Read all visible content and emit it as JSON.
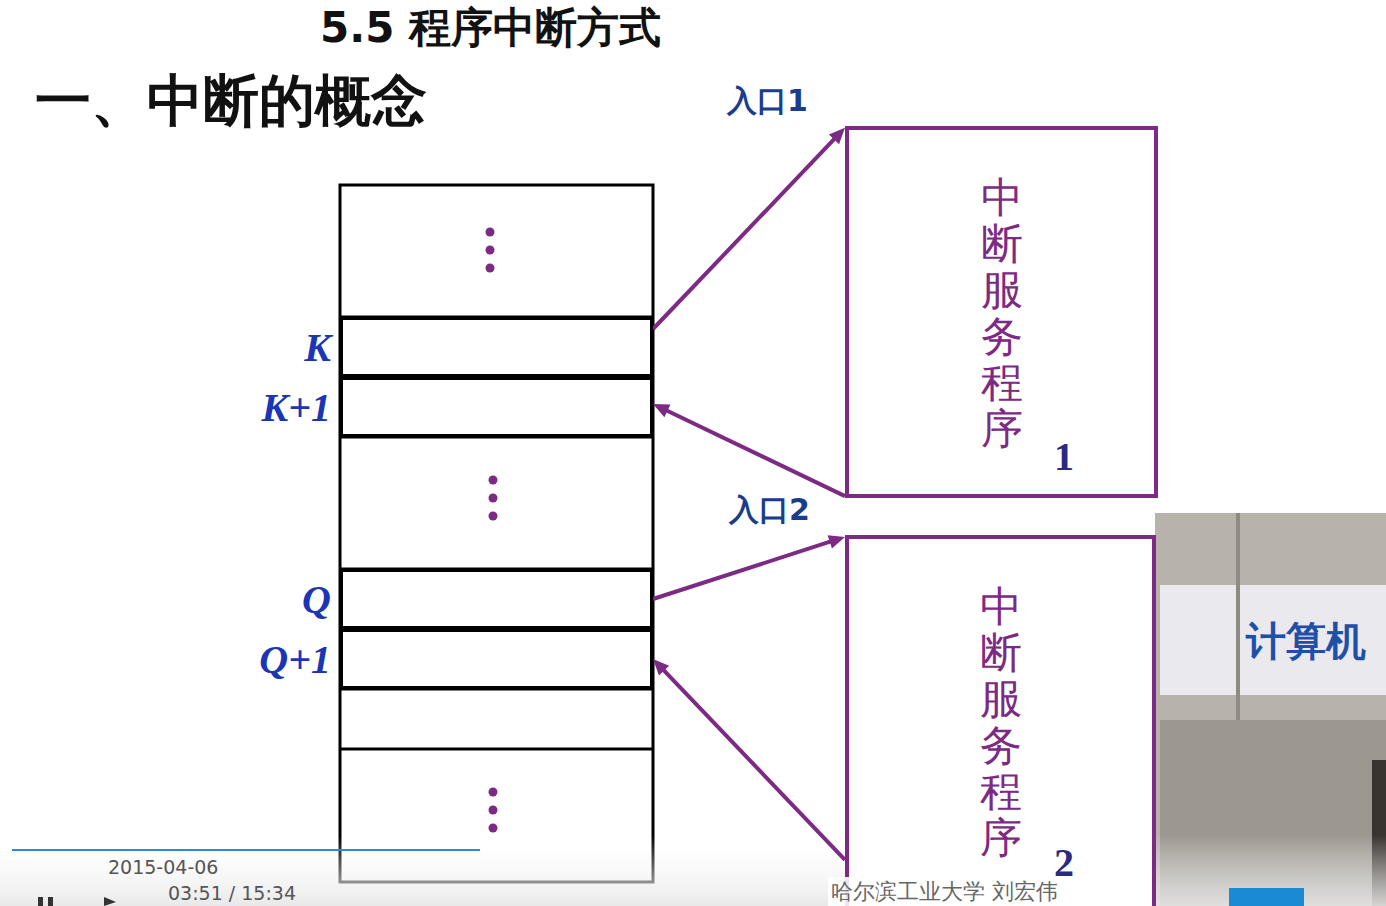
{
  "diagram": {
    "title": "5.5 程序中断方式",
    "nodes": [
      {
        "text": [
          "K"
        ]
      },
      {
        "text": [
          "K+1"
        ]
      },
      {
        "text": [
          "中断服务程序",
          "1"
        ]
      },
      {
        "text": [
          "Q"
        ]
      },
      {
        "text": [
          "Q+1"
        ]
      },
      {
        "text": [
          "中断服务程序",
          "2"
        ]
      }
    ],
    "edges": [
      {
        "from": 0,
        "to": 2,
        "arrow": "to",
        "label": "入口1"
      },
      {
        "from": 2,
        "to": 1,
        "arrow": "to"
      },
      {
        "from": 3,
        "to": 5,
        "arrow": "to",
        "label": "入口2"
      },
      {
        "from": 5,
        "to": 4,
        "arrow": "to"
      }
    ],
    "labels": [
      "一、中断的概念",
      "2015-04-06",
      "03:51 / 15:34",
      "哈尔滨工业大学 刘宏伟",
      "计算机"
    ]
  }
}
